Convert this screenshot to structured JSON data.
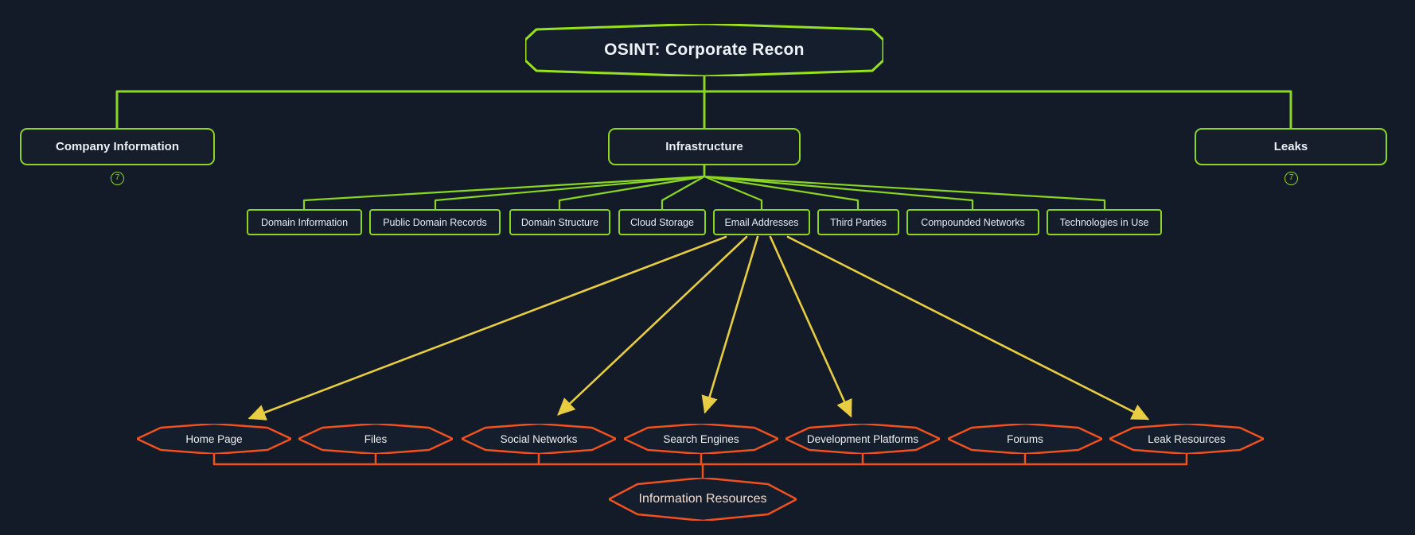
{
  "root": {
    "label": "OSINT: Corporate Recon"
  },
  "branches": [
    {
      "label": "Company Information",
      "badge": "7"
    },
    {
      "label": "Infrastructure"
    },
    {
      "label": "Leaks",
      "badge": "7"
    }
  ],
  "infrastructure_children": [
    "Domain Information",
    "Public Domain Records",
    "Domain Structure",
    "Cloud Storage",
    "Email Addresses",
    "Third Parties",
    "Compounded Networks",
    "Technologies in Use"
  ],
  "resources": {
    "parent": "Information Resources",
    "items": [
      "Home Page",
      "Files",
      "Social Networks",
      "Search Engines",
      "Development Platforms",
      "Forums",
      "Leak Resources"
    ]
  },
  "colors": {
    "green": "#8bd622",
    "orange": "#f0511f",
    "yellow": "#e8cd42",
    "background": "#131b28",
    "text": "#eaf0f6"
  }
}
